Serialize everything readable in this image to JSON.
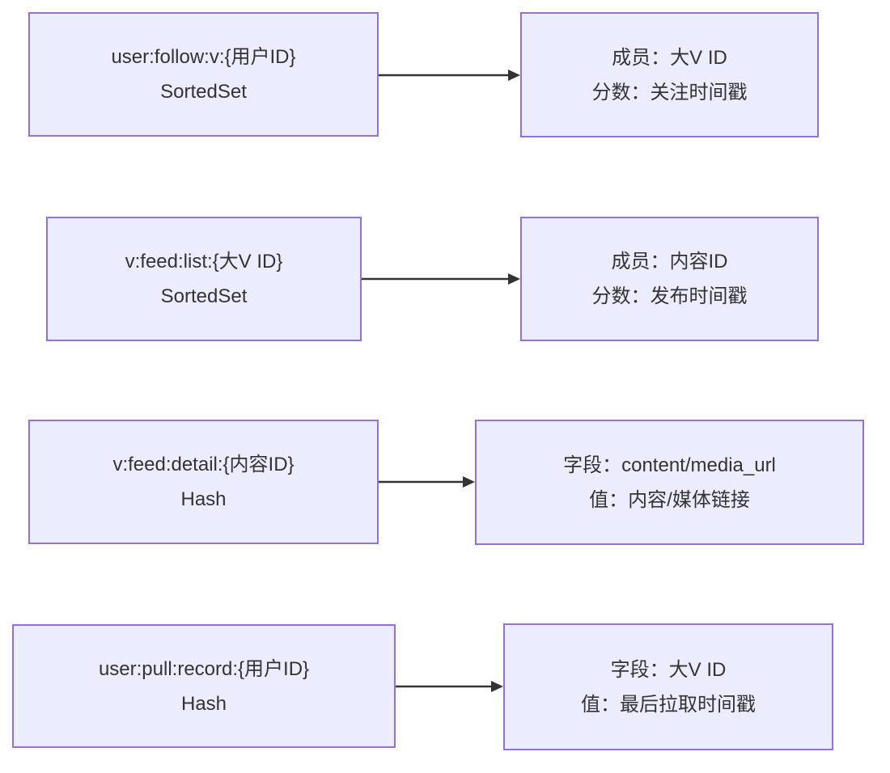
{
  "colors": {
    "node_fill": "#ECECFF",
    "node_border": "#9370DB",
    "text": "#333333",
    "arrow": "#333333",
    "background": "#FFFFFF"
  },
  "diagram": {
    "type": "flowchart-left-right",
    "rows": [
      {
        "source": {
          "line1": "user:follow:v:{用户ID}",
          "line2": "SortedSet"
        },
        "target": {
          "line1": "成员：大V ID",
          "line2": "分数：关注时间戳"
        }
      },
      {
        "source": {
          "line1": "v:feed:list:{大V ID}",
          "line2": "SortedSet"
        },
        "target": {
          "line1": "成员：内容ID",
          "line2": "分数：发布时间戳"
        }
      },
      {
        "source": {
          "line1": "v:feed:detail:{内容ID}",
          "line2": "Hash"
        },
        "target": {
          "line1": "字段：content/media_url",
          "line2": "值：内容/媒体链接"
        }
      },
      {
        "source": {
          "line1": "user:pull:record:{用户ID}",
          "line2": "Hash"
        },
        "target": {
          "line1": "字段：大V ID",
          "line2": "值：最后拉取时间戳"
        }
      }
    ]
  }
}
